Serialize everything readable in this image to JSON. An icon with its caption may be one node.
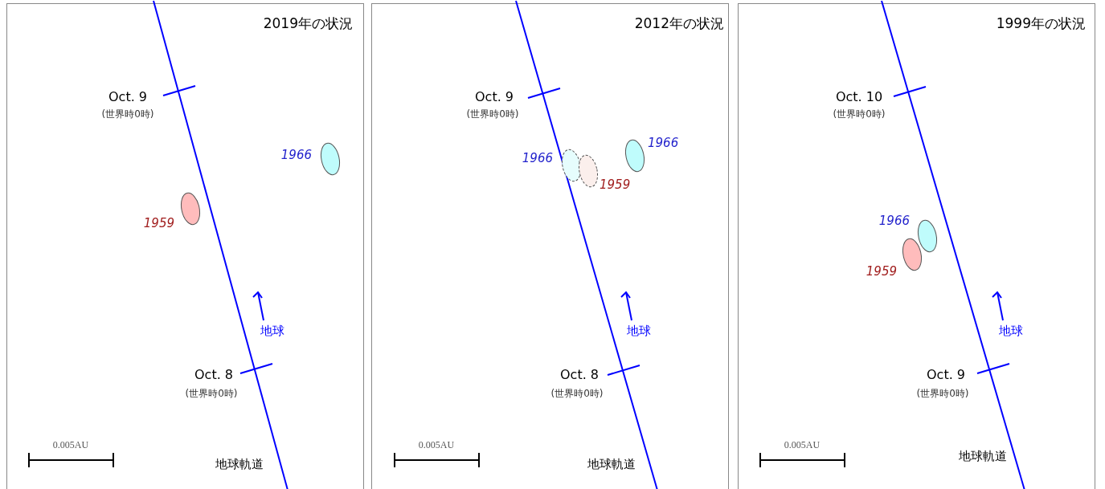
{
  "diagram": {
    "nodes": [
      {
        "text": [
          "2019年の状況"
        ]
      },
      {
        "text": [],
        "shape": "ellipse",
        "in": 0,
        "beside": [
          "1966"
        ]
      },
      {
        "text": [],
        "shape": "ellipse",
        "in": 0,
        "beside": [
          "1959"
        ]
      },
      {
        "text": [
          "2012年の状況"
        ]
      },
      {
        "text": [],
        "shape": "ellipse",
        "in": 3,
        "beside": [
          "1966"
        ]
      },
      {
        "text": [],
        "shape": "ellipse",
        "in": 3,
        "beside": [
          "1966"
        ]
      },
      {
        "text": [],
        "shape": "ellipse",
        "in": 3,
        "beside": [
          "1959"
        ]
      },
      {
        "text": [
          "1999年の状況"
        ]
      },
      {
        "text": [],
        "shape": "ellipse",
        "in": 7,
        "beside": [
          "1966"
        ]
      },
      {
        "text": [],
        "shape": "ellipse",
        "in": 7,
        "beside": [
          "1959"
        ]
      }
    ],
    "labels": [
      "Oct. 9",
      "(世界時0時)",
      "地球",
      "Oct. 8",
      "(世界時0時)",
      "0.005AU",
      "地球軌道",
      "Oct. 9",
      "(世界時0時)",
      "地球",
      "Oct. 8",
      "(世界時0時)",
      "0.005AU",
      "地球軌道",
      "Oct. 10",
      "(世界時0時)",
      "地球",
      "Oct. 9",
      "(世界時0時)",
      "0.005AU",
      "地球軌道"
    ]
  }
}
